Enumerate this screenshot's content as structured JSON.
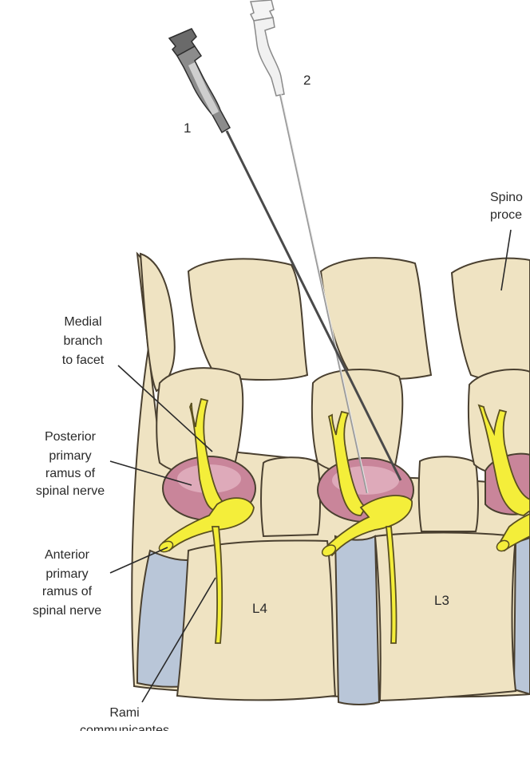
{
  "needles": {
    "needle_1_label": "1",
    "needle_2_label": "2"
  },
  "labels": {
    "medial_branch": [
      "Medial",
      "branch",
      "to facet"
    ],
    "posterior_ramus": [
      "Posterior",
      "primary",
      "ramus of",
      "spinal nerve"
    ],
    "anterior_ramus": [
      "Anterior",
      "primary",
      "ramus of",
      "spinal nerve"
    ],
    "rami_communicantes": [
      "Rami",
      "communicantes"
    ],
    "spinous_process": [
      "Spino",
      "proce"
    ]
  },
  "levels": {
    "l4": "L4",
    "l3": "L3"
  },
  "colors": {
    "bone": "#efe3c2",
    "bone_outline": "#4a4030",
    "disc": "#b9c6d8",
    "facet": "#c9859a",
    "nerve": "#f4ee3a",
    "needle_dark": "#6a6a6a",
    "needle_light": "#d8d8d8"
  }
}
